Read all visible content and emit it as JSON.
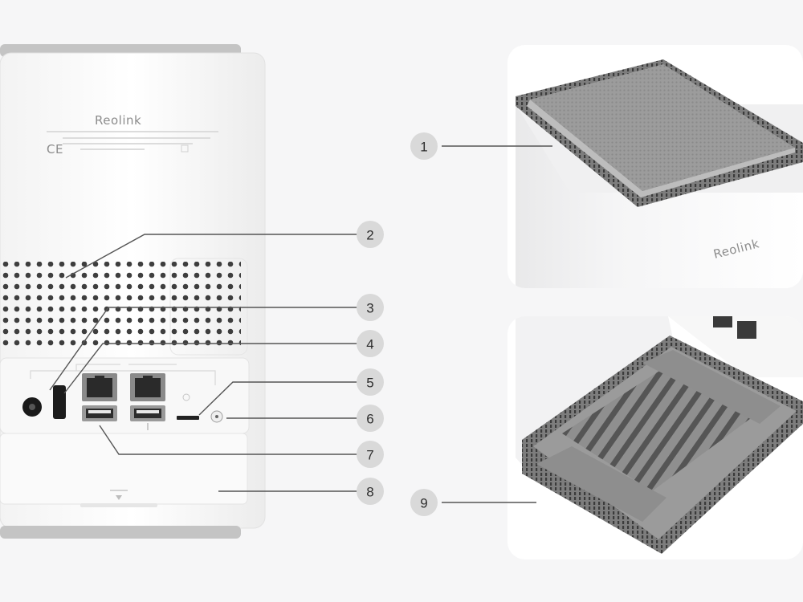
{
  "product": {
    "brand": "Reolink",
    "certification_mark": "CE"
  },
  "callouts": [
    {
      "number": "1"
    },
    {
      "number": "2"
    },
    {
      "number": "3"
    },
    {
      "number": "4"
    },
    {
      "number": "5"
    },
    {
      "number": "6"
    },
    {
      "number": "7"
    },
    {
      "number": "8"
    },
    {
      "number": "9"
    }
  ],
  "colors": {
    "background": "#f6f6f7",
    "device_body": "#fdfdfd",
    "badge_fill": "#d9d9d9",
    "leader_line": "#555555",
    "grille": "#7a7a7a"
  }
}
